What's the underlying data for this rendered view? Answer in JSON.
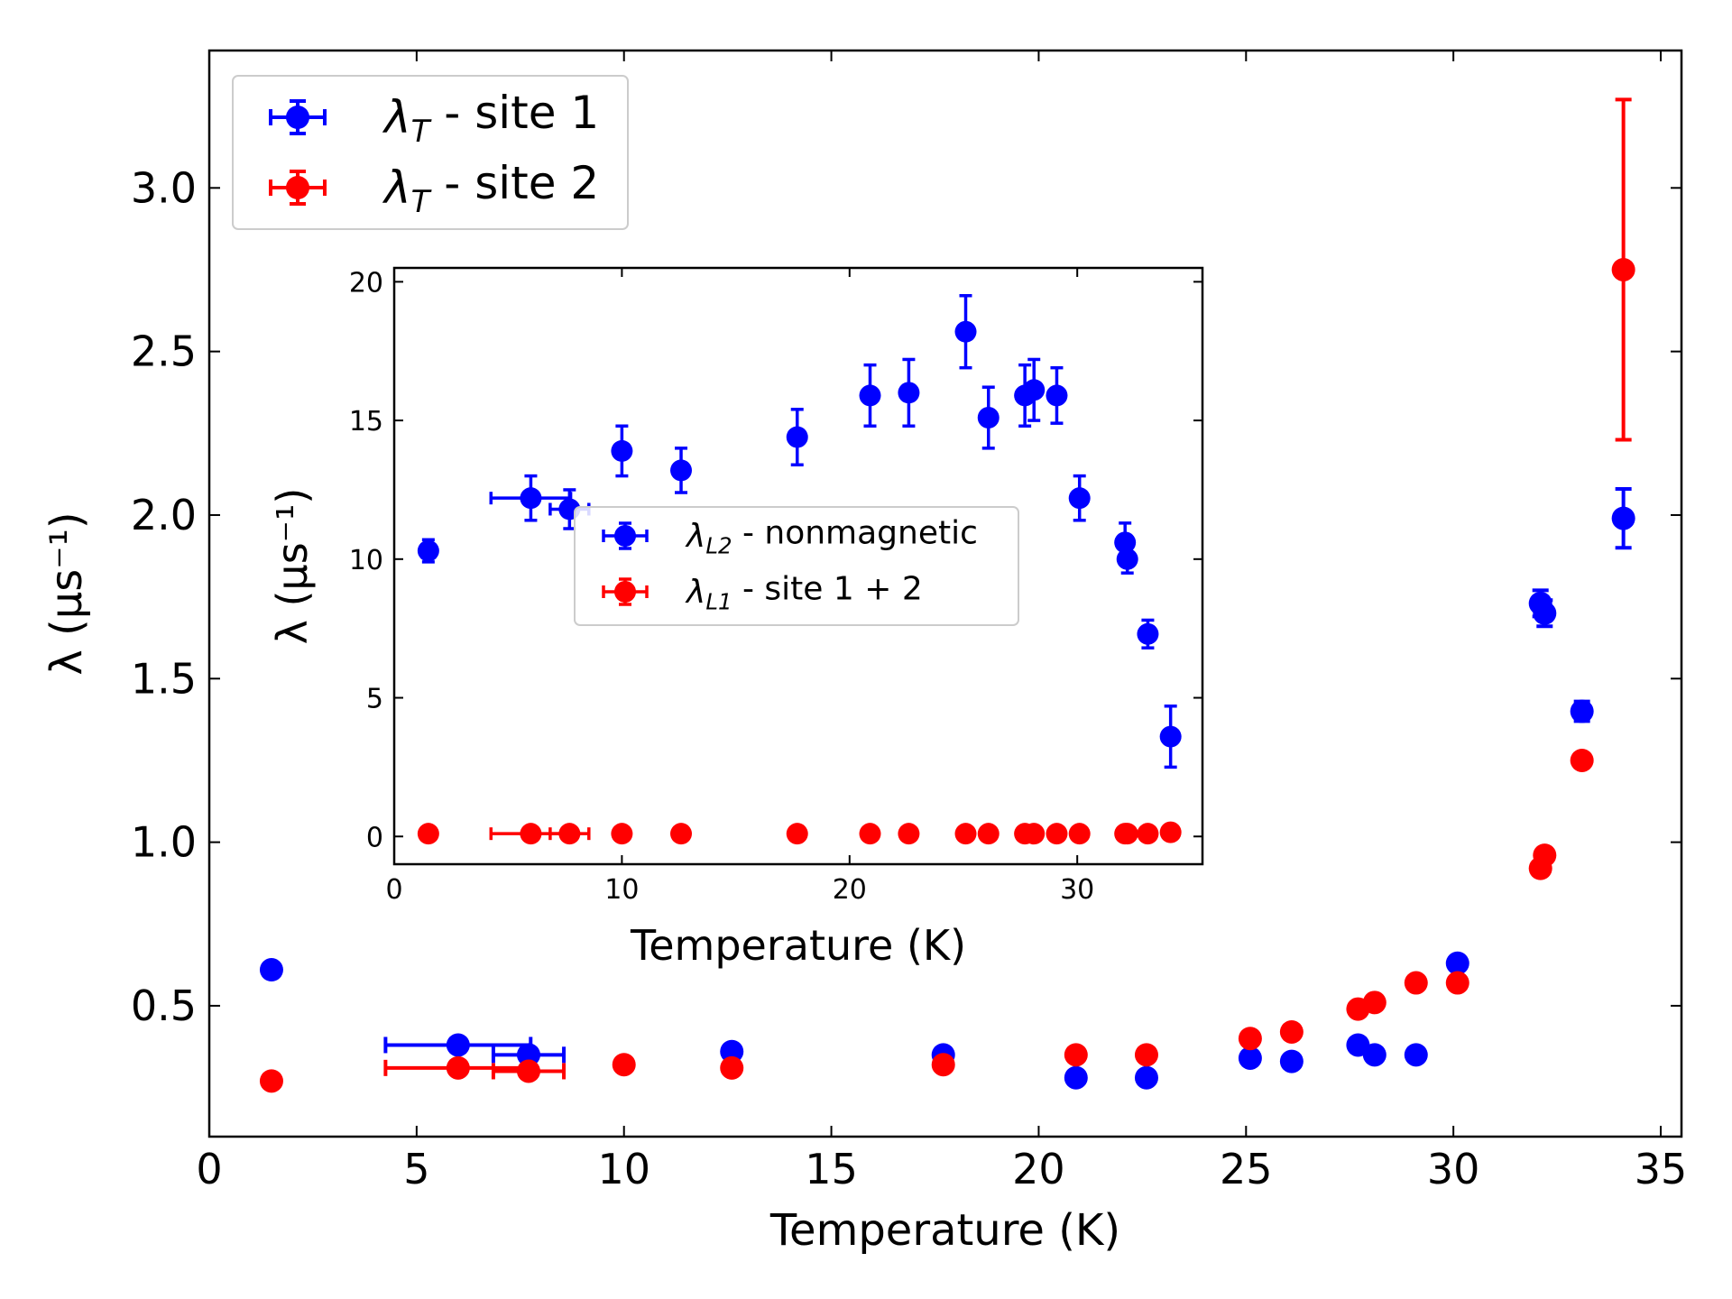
{
  "chart_data": [
    {
      "type": "scatter",
      "role": "main",
      "xlabel": "Temperature (K)",
      "ylabel": "λ (μs⁻¹)",
      "xlim": [
        0,
        35.5
      ],
      "ylim": [
        0.1,
        3.42
      ],
      "xticks": [
        "0",
        "5",
        "10",
        "15",
        "20",
        "25",
        "30",
        "35"
      ],
      "yticks": [
        "0.5",
        "1.0",
        "1.5",
        "2.0",
        "2.5",
        "3.0"
      ],
      "xtick_values": [
        0,
        5,
        10,
        15,
        20,
        25,
        30,
        35
      ],
      "ytick_values": [
        0.5,
        1.0,
        1.5,
        2.0,
        2.5,
        3.0
      ],
      "grid": false,
      "legend_position": "top-left",
      "series": [
        {
          "name": "λT - site 1",
          "label_main": "λ",
          "label_sub": "T",
          "label_rest": " - site 1",
          "color": "#0000ff",
          "x": [
            1.5,
            6.0,
            7.7,
            12.6,
            17.7,
            20.9,
            22.6,
            25.1,
            26.1,
            27.7,
            28.1,
            29.1,
            30.1,
            32.1,
            32.2,
            33.1,
            34.1
          ],
          "y": [
            0.61,
            0.38,
            0.35,
            0.36,
            0.35,
            0.28,
            0.28,
            0.34,
            0.33,
            0.38,
            0.35,
            0.35,
            0.63,
            1.73,
            1.7,
            1.4,
            1.99
          ],
          "yerr": [
            0.02,
            0.02,
            0.02,
            0.02,
            0.02,
            0.02,
            0.02,
            0.02,
            0.02,
            0.02,
            0.02,
            0.02,
            0.02,
            0.04,
            0.04,
            0.03,
            0.09
          ],
          "xerr": [
            0,
            1.75,
            0.85,
            0,
            0,
            0,
            0,
            0,
            0,
            0,
            0,
            0,
            0,
            0,
            0,
            0,
            0
          ]
        },
        {
          "name": "λT - site 2",
          "label_main": "λ",
          "label_sub": "T",
          "label_rest": " - site 2",
          "color": "#ff0000",
          "x": [
            1.5,
            6.0,
            7.7,
            10.0,
            12.6,
            17.7,
            20.9,
            22.6,
            25.1,
            26.1,
            27.7,
            28.1,
            29.1,
            30.1,
            32.1,
            32.2,
            33.1,
            34.1
          ],
          "y": [
            0.27,
            0.31,
            0.3,
            0.32,
            0.31,
            0.32,
            0.35,
            0.35,
            0.4,
            0.42,
            0.49,
            0.51,
            0.57,
            0.57,
            0.92,
            0.96,
            1.25,
            2.75
          ],
          "yerr": [
            0.01,
            0.01,
            0.01,
            0.01,
            0.01,
            0.01,
            0.01,
            0.01,
            0.01,
            0.01,
            0.01,
            0.01,
            0.01,
            0.01,
            0.01,
            0.01,
            0.01,
            0.52
          ],
          "xerr": [
            0,
            1.75,
            0.85,
            0,
            0,
            0,
            0,
            0,
            0,
            0,
            0,
            0,
            0,
            0,
            0,
            0,
            0,
            0
          ]
        }
      ]
    },
    {
      "type": "scatter",
      "role": "inset",
      "xlabel": "Temperature (K)",
      "ylabel": "λ (μs⁻¹)",
      "xlim": [
        0,
        35.5
      ],
      "ylim": [
        -1,
        20.5
      ],
      "xticks": [
        "0",
        "10",
        "20",
        "30"
      ],
      "yticks": [
        "0",
        "5",
        "10",
        "15",
        "20"
      ],
      "xtick_values": [
        0,
        10,
        20,
        30
      ],
      "ytick_values": [
        0,
        5,
        10,
        15,
        20
      ],
      "grid": false,
      "legend_position": "center",
      "series": [
        {
          "name": "λL2 - nonmagnetic",
          "label_main": "λ",
          "label_sub": "L2",
          "label_rest": " - nonmagnetic",
          "color": "#0000ff",
          "x": [
            1.5,
            6.0,
            7.7,
            10.0,
            12.6,
            17.7,
            20.9,
            22.6,
            25.1,
            26.1,
            27.7,
            28.1,
            29.1,
            30.1,
            32.1,
            32.2,
            33.1,
            34.1
          ],
          "y": [
            10.3,
            12.2,
            11.8,
            13.9,
            13.2,
            14.4,
            15.9,
            16.0,
            18.2,
            15.1,
            15.9,
            16.1,
            15.9,
            12.2,
            10.6,
            10.0,
            7.3,
            3.6
          ],
          "yerr": [
            0.4,
            0.8,
            0.7,
            0.9,
            0.8,
            1.0,
            1.1,
            1.2,
            1.3,
            1.1,
            1.1,
            1.1,
            1.0,
            0.8,
            0.7,
            0.5,
            0.5,
            1.1
          ],
          "xerr": [
            0,
            1.75,
            0.85,
            0,
            0,
            0,
            0,
            0,
            0,
            0,
            0,
            0,
            0,
            0,
            0,
            0,
            0,
            0
          ]
        },
        {
          "name": "λL1 - site 1 + 2",
          "label_main": "λ",
          "label_sub": "L1",
          "label_rest": " - site 1 + 2",
          "color": "#ff0000",
          "x": [
            1.5,
            6.0,
            7.7,
            10.0,
            12.6,
            17.7,
            20.9,
            22.6,
            25.1,
            26.1,
            27.7,
            28.1,
            29.1,
            30.1,
            32.1,
            32.2,
            33.1,
            34.1
          ],
          "y": [
            0.1,
            0.1,
            0.1,
            0.1,
            0.1,
            0.1,
            0.1,
            0.1,
            0.1,
            0.1,
            0.1,
            0.1,
            0.1,
            0.1,
            0.1,
            0.1,
            0.1,
            0.15
          ],
          "yerr": [
            0,
            0,
            0,
            0,
            0,
            0,
            0,
            0,
            0,
            0,
            0,
            0,
            0,
            0,
            0,
            0,
            0,
            0
          ],
          "xerr": [
            0,
            1.75,
            0.85,
            0,
            0,
            0,
            0,
            0,
            0,
            0,
            0,
            0,
            0,
            0,
            0,
            0,
            0,
            0
          ]
        }
      ]
    }
  ]
}
